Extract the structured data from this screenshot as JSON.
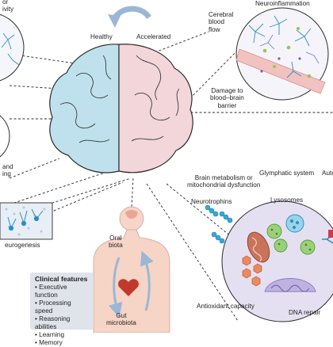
{
  "labels": {
    "top_left_fragment": "or\nivity",
    "healthy": "Healthy",
    "accelerated": "Accelerated",
    "cerebral_blood_flow": "Cerebral\nblood\nflow",
    "neuroinflammation": "Neuroinflammation",
    "damage_bbb": "Damage to\nblood–brain\nbarrier",
    "and_ing": "and\ning",
    "brain_metabolism": "Brain metabolism or\nmitochondrial dysfunction",
    "glymphatic": "Glymphatic system",
    "auto": "Auto",
    "neurotrophins": "Neurotrophins",
    "lysosomes": "Lysosomes",
    "neurogenesis": "eurogenesis",
    "oral_biota": "Oral\nbiota",
    "gut_microbiota": "Gut\nmicrobiota",
    "antioxidant": "Antioxidant capacity",
    "dna_repair": "DNA repair"
  },
  "clinical": {
    "title": "Clinical features",
    "items": [
      "Executive function",
      "Processing speed",
      "Reasoning abilities",
      "Learning",
      "Memory"
    ]
  },
  "colors": {
    "healthy_hemisphere": "#bfe1ee",
    "accelerated_hemisphere": "#f3d6da",
    "cell_fill": "#e5e0f1",
    "panel_bg": "#dfe3ea",
    "neuron_blue": "#2a8fc2",
    "arrow_blue": "#9ab7d6"
  }
}
